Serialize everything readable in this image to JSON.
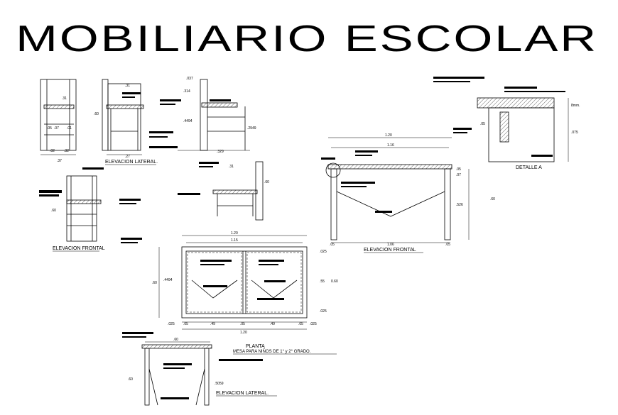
{
  "title": "MOBILIARIO ESCOLAR",
  "labels": {
    "chair_lateral": "ELEVACION LATERAL.",
    "chair_frontal": "ELEVACION FRONTAL",
    "table_frontal": "ELEVACION FRONTAL",
    "detail": "DETALLE A",
    "plan": "PLANTA",
    "plan_sub": "MESA PARA NIÑOS DE 1° y 2° GRADO.",
    "table_lateral": "ELEVACION LATERAL."
  },
  "dimensions": {
    "d1": ".31",
    "d2": ".60",
    "d3": ".05",
    "d4": ".07",
    "d5": ".01",
    "d6": ".02",
    "d7": ".32",
    "d8": ".37",
    "d9": ".31",
    "d10": ".60",
    "d11": ".27",
    "d12": ".037",
    "d13": ".314",
    "d14": ".4494",
    "d15": ".2949",
    "d16": ".329",
    "t1": "1.20",
    "t2": "1.16",
    "t3": ".05",
    "t4": ".07",
    "t5": ".526",
    "t6": ".60",
    "t7": ".05",
    "t8": "1.06",
    "t9": ".05",
    "p1": "1.20",
    "p2": "1.15",
    "p3": ".025",
    "p4": ".60",
    "p5": ".4494",
    "p6": ".55",
    "p7": "0.60",
    "p8": ".025",
    "p9": ".05",
    "p10": ".49",
    "p11": ".05",
    "p12": ".49",
    "p13": ".05",
    "p14": ".025",
    "p15": "1.20",
    "p16": ".025",
    "a1": "8mm.",
    "a2": ".05",
    "a3": ".075",
    "l1": ".60",
    "l2": ".60",
    "l3": ".5059"
  },
  "colors": {
    "ink": "#000000",
    "paper": "#ffffff"
  }
}
